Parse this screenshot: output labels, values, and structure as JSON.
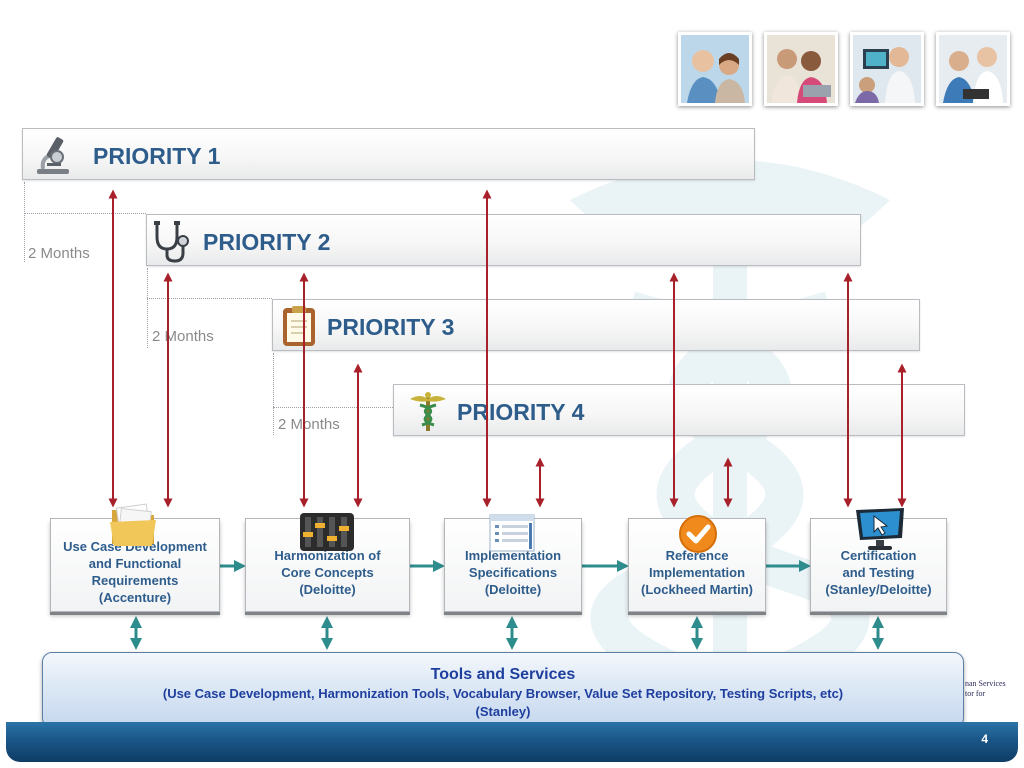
{
  "priorities": [
    {
      "label": "PRIORITY 1",
      "icon": "microscope-icon"
    },
    {
      "label": "PRIORITY 2",
      "icon": "stethoscope-icon"
    },
    {
      "label": "PRIORITY 3",
      "icon": "clipboard-icon"
    },
    {
      "label": "PRIORITY 4",
      "icon": "caduceus-icon"
    }
  ],
  "intervals": [
    "2 Months",
    "2 Months",
    "2 Months"
  ],
  "process_steps": [
    {
      "text": "Use Case Development\nand Functional\nRequirements\n(Accenture)",
      "icon": "folder-icon"
    },
    {
      "text": "Harmonization of\nCore Concepts\n(Deloitte)",
      "icon": "equalizer-icon"
    },
    {
      "text": "Implementation\nSpecifications\n(Deloitte)",
      "icon": "document-list-icon"
    },
    {
      "text": "Reference\nImplementation\n(Lockheed Martin)",
      "icon": "checkmark-icon"
    },
    {
      "text": "Certification\nand Testing\n(Stanley/Deloitte)",
      "icon": "monitor-cursor-icon"
    }
  ],
  "tools": {
    "title": "Tools and Services",
    "detail": "(Use Case Development, Harmonization Tools, Vocabulary Browser, Value Set Repository, Testing Scripts, etc)",
    "provider": "(Stanley)"
  },
  "side_text": [
    "nan Services",
    "tor for"
  ],
  "page_number": "4",
  "colors": {
    "priority_text": "#2e5d8c",
    "arrow_red": "#a8202a",
    "arrow_teal": "#2f8c8c",
    "tools_text": "#1f3f9e",
    "footer": "#1a5687"
  }
}
